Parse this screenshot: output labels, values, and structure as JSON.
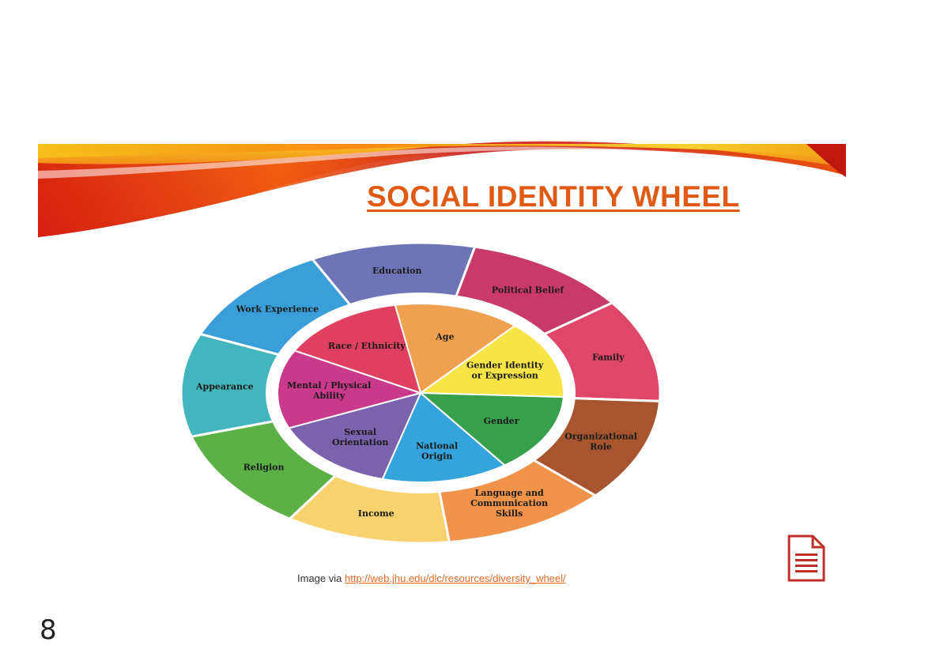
{
  "slide": {
    "title": "SOCIAL IDENTITY WHEEL",
    "number": "8",
    "caption_prefix": "Image via",
    "caption_link": "http://web.jhu.edu/dlc/resources/diversity_wheel/"
  },
  "colors": {
    "title": "#e05a14",
    "link": "#e06a28",
    "doc_icon": "#c0302a"
  },
  "icons": {
    "attachment": "document-icon"
  },
  "wheel": {
    "outer": [
      {
        "label": "Education",
        "color": "#6f74b6"
      },
      {
        "label": "Political Belief",
        "color": "#c93a6b"
      },
      {
        "label": "Family",
        "color": "#e0456a"
      },
      {
        "label": "Organizational Role",
        "color": "#a6552f"
      },
      {
        "label": "Language and Communication Skills",
        "color": "#f1934a"
      },
      {
        "label": "Income",
        "color": "#f8d26e"
      },
      {
        "label": "Religion",
        "color": "#5cb146"
      },
      {
        "label": "Appearance",
        "color": "#43b6bd"
      },
      {
        "label": "Work Experience",
        "color": "#3a9fd9"
      }
    ],
    "inner": [
      {
        "label": "Age",
        "color": "#f0a150"
      },
      {
        "label": "Gender Identity or Expression",
        "color": "#f7e547"
      },
      {
        "label": "Gender",
        "color": "#37a04d"
      },
      {
        "label": "National Origin",
        "color": "#36a4dc"
      },
      {
        "label": "Sexual Orientation",
        "color": "#7a62ad"
      },
      {
        "label": "Mental / Physical Ability",
        "color": "#c9398c"
      },
      {
        "label": "Race / Ethnicity",
        "color": "#df4060"
      }
    ]
  }
}
